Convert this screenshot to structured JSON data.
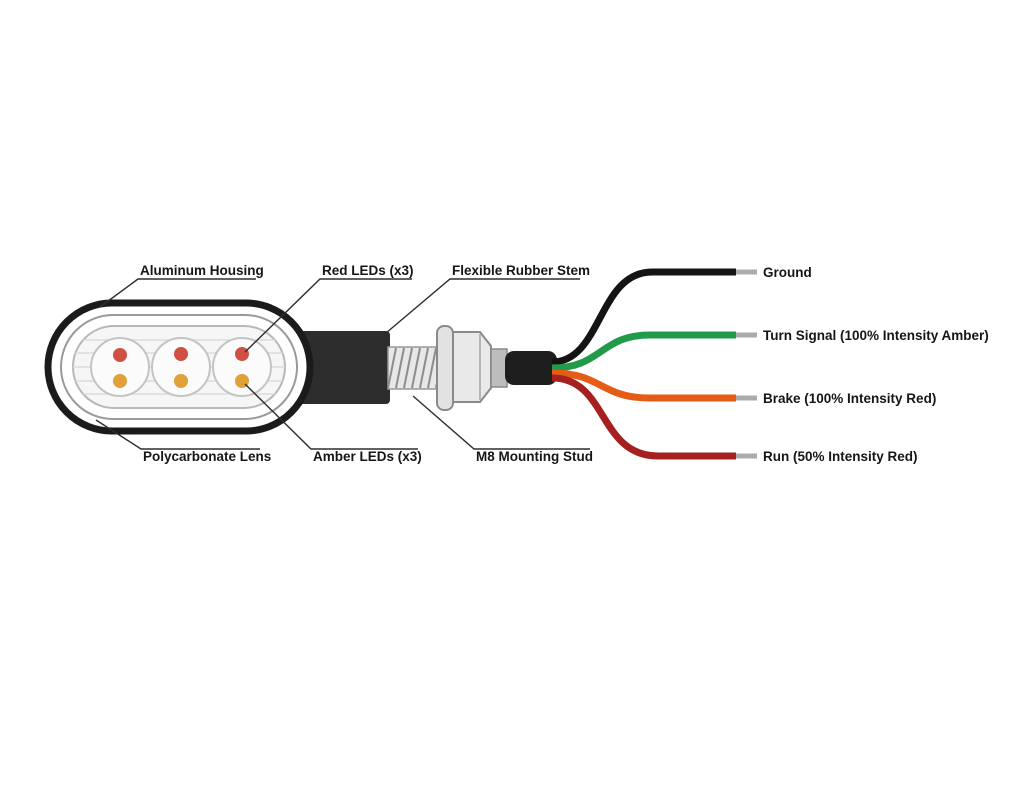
{
  "diagram": {
    "parts": {
      "aluminum_housing": "Aluminum Housing",
      "red_leds": "Red LEDs (x3)",
      "flexible_rubber_stem": "Flexible Rubber Stem",
      "polycarbonate_lens": "Polycarbonate Lens",
      "amber_leds": "Amber LEDs (x3)",
      "m8_mounting_stud": "M8 Mounting Stud"
    },
    "wires": [
      {
        "label": "Ground",
        "color": "#141414"
      },
      {
        "label": "Turn Signal (100% Intensity Amber)",
        "color": "#219a49"
      },
      {
        "label": "Brake (100% Intensity Red)",
        "color": "#e55c17"
      },
      {
        "label": "Run (50% Intensity Red)",
        "color": "#a6201f"
      }
    ],
    "leds": {
      "red_color": "#ce5143",
      "amber_color": "#e0a03a"
    }
  }
}
